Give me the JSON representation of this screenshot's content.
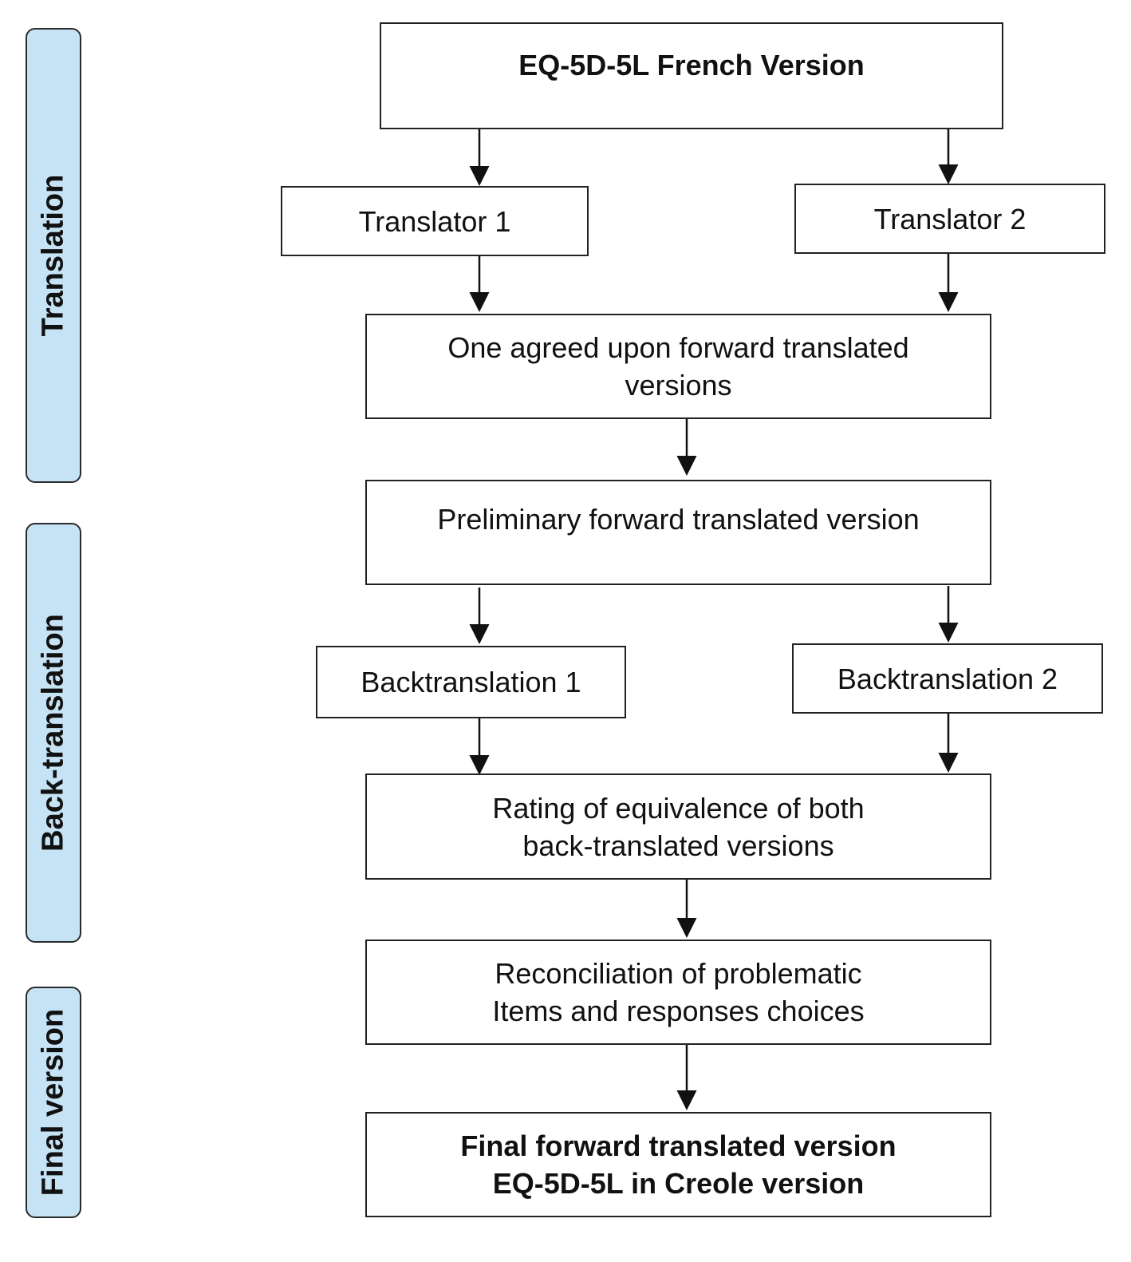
{
  "phases": {
    "translation": "Translation",
    "back_translation": "Back-translation",
    "final_version": "Final version"
  },
  "boxes": {
    "french_version": [
      "EQ-5D-5L French Version"
    ],
    "translator_1": [
      "Translator 1"
    ],
    "translator_2": [
      "Translator 2"
    ],
    "agreed_forward": [
      "One agreed upon forward translated",
      "versions"
    ],
    "preliminary_forward": [
      "Preliminary forward translated version"
    ],
    "backtranslation_1": [
      "Backtranslation 1"
    ],
    "backtranslation_2": [
      "Backtranslation 2"
    ],
    "rating_equivalence": [
      "Rating of equivalence of both",
      "back-translated versions"
    ],
    "reconciliation": [
      "Reconciliation of problematic",
      "Items and responses choices"
    ],
    "final_forward": [
      "Final forward translated version",
      "EQ-5D-5L in Creole version"
    ]
  }
}
